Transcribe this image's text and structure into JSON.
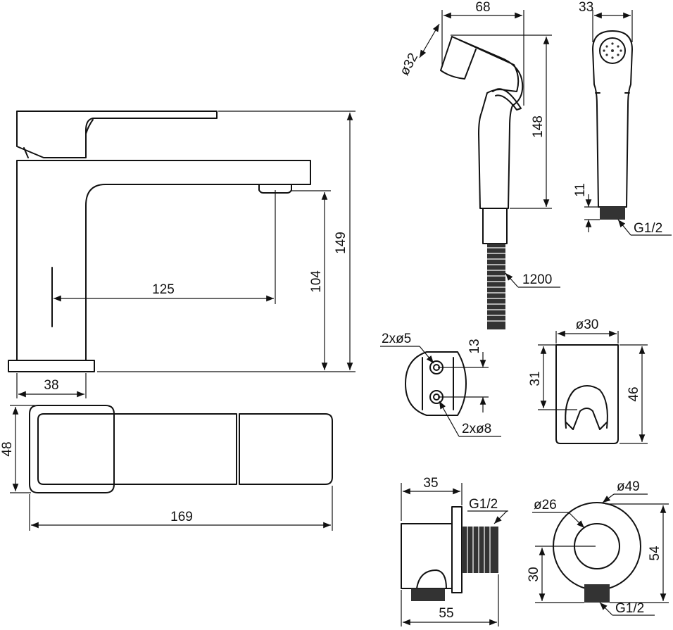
{
  "faucet_side": {
    "dim_149": "149",
    "dim_104": "104",
    "dim_125": "125",
    "dim_38": "38"
  },
  "faucet_top": {
    "dim_48": "48",
    "dim_169": "169"
  },
  "shower_side": {
    "dim_68": "68",
    "dim_diameter_32": "ø32",
    "dim_148": "148",
    "dim_hose": "1200"
  },
  "shower_front": {
    "dim_33": "33",
    "dim_11": "11",
    "thread": "G1/2"
  },
  "holder_back": {
    "holes_5": "2xø5",
    "holes_8": "2xø8",
    "dim_13": "13"
  },
  "holder_front": {
    "dim_diameter_30": "ø30",
    "dim_31": "31",
    "dim_46": "46"
  },
  "elbow_side": {
    "dim_35": "35",
    "thread": "G1/2",
    "dim_55": "55"
  },
  "elbow_front": {
    "dim_diameter_49": "ø49",
    "dim_diameter_26": "ø26",
    "dim_54": "54",
    "dim_30": "30",
    "thread": "G1/2"
  }
}
